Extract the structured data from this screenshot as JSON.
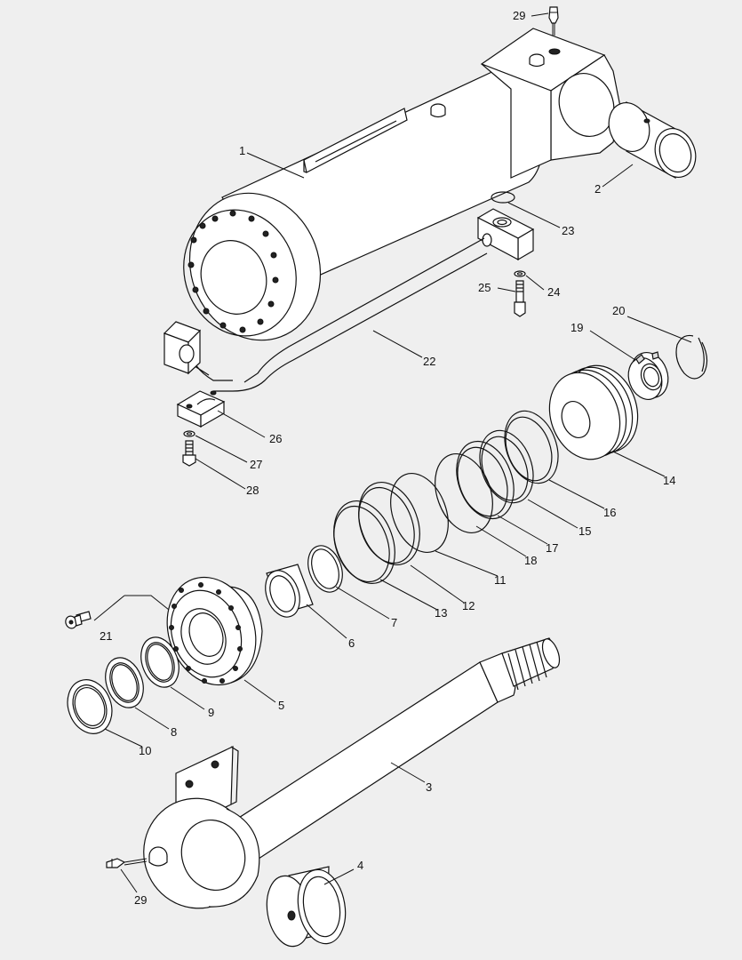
{
  "callouts": [
    "1",
    "2",
    "3",
    "4",
    "5",
    "6",
    "7",
    "8",
    "9",
    "10",
    "11",
    "12",
    "13",
    "14",
    "15",
    "16",
    "17",
    "18",
    "19",
    "20",
    "21",
    "22",
    "23",
    "24",
    "25",
    "26",
    "27",
    "28",
    "29",
    "29"
  ]
}
